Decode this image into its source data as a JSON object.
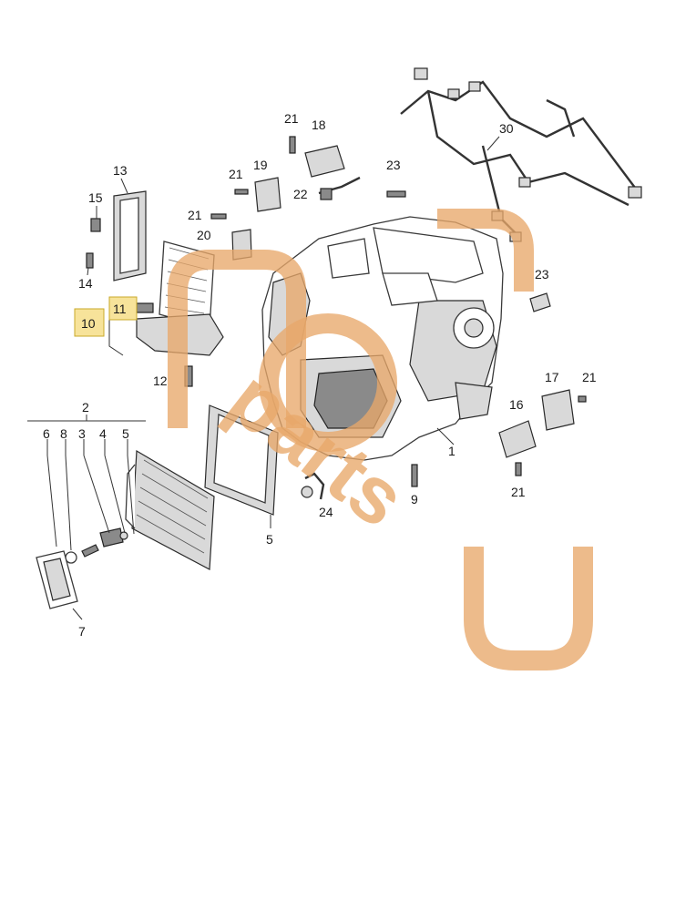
{
  "labels": {
    "l1": "1",
    "l2": "2",
    "l3": "3",
    "l4": "4",
    "l5a": "5",
    "l5b": "5",
    "l6": "6",
    "l7": "7",
    "l8": "8",
    "l9": "9",
    "l10": "10",
    "l11": "11",
    "l12": "12",
    "l13": "13",
    "l14": "14",
    "l15": "15",
    "l16": "16",
    "l17": "17",
    "l18": "18",
    "l19": "19",
    "l20": "20",
    "l21a": "21",
    "l21b": "21",
    "l21c": "21",
    "l21d": "21",
    "l21e": "21",
    "l22": "22",
    "l23a": "23",
    "l23b": "23",
    "l24": "24",
    "l30": "30"
  },
  "highlighted_parts": [
    "10",
    "11"
  ],
  "watermark": {
    "text": "parts",
    "color": "#e8a86a"
  }
}
